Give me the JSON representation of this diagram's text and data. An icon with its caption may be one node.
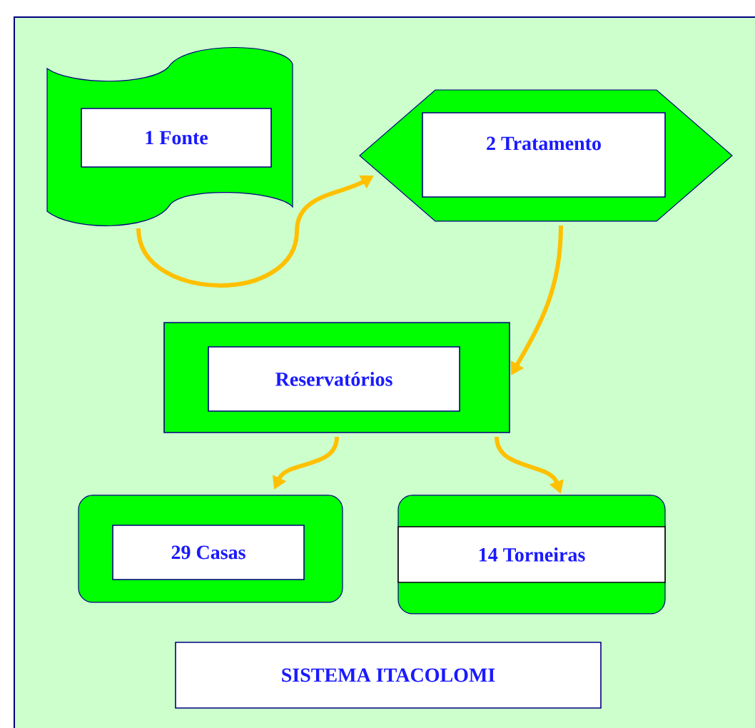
{
  "diagram": {
    "nodes": [
      {
        "text": [
          "1 Fonte"
        ]
      },
      {
        "text": [
          "2 Tratamento"
        ]
      },
      {
        "text": [
          "Reservatórios"
        ]
      },
      {
        "text": [
          "29 Casas"
        ]
      },
      {
        "text": [
          "14  Torneiras"
        ]
      },
      {
        "text": [
          "SISTEMA ITACOLOMI"
        ]
      }
    ],
    "edges": [
      {
        "from": 0,
        "to": 1,
        "arrow": "to"
      },
      {
        "from": 1,
        "to": 2,
        "arrow": "to"
      },
      {
        "from": 2,
        "to": 3,
        "arrow": "to"
      },
      {
        "from": 2,
        "to": 4,
        "arrow": "to"
      }
    ]
  }
}
